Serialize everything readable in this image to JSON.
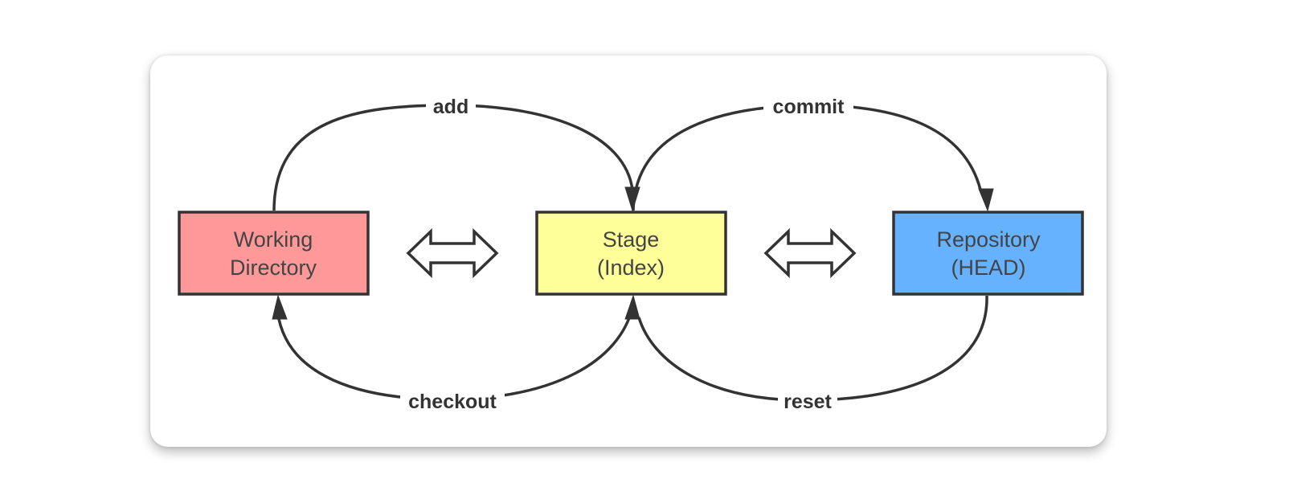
{
  "nodes": {
    "working": {
      "line1": "Working",
      "line2": "Directory",
      "color": "#FF9999"
    },
    "stage": {
      "line1": "Stage",
      "line2": "(Index)",
      "color": "#FFFF99"
    },
    "repo": {
      "line1": "Repository",
      "line2": "(HEAD)",
      "color": "#66B2FF"
    }
  },
  "edges": {
    "add": "add",
    "commit": "commit",
    "checkout": "checkout",
    "reset": "reset"
  },
  "colors": {
    "stroke": "#333333",
    "card_background": "#ffffff"
  }
}
